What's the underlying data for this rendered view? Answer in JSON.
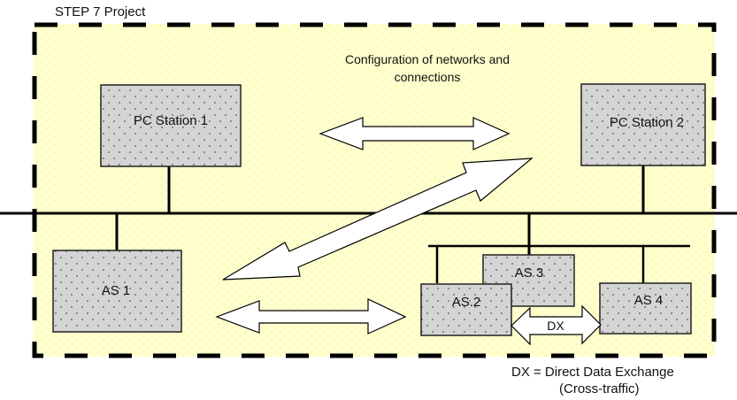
{
  "project": {
    "title": "STEP 7 Project",
    "caption_line1": "Configuration of networks and",
    "caption_line2": "connections"
  },
  "nodes": {
    "pc_station_1": "PC Station 1",
    "pc_station_2": "PC Station 2",
    "as1": "AS 1",
    "as2": "AS.2",
    "as3": "AS 3",
    "as4": "AS 4"
  },
  "dx_label": "DX",
  "legend": {
    "line1": "DX = Direct Data Exchange",
    "line2": "(Cross-traffic)"
  },
  "colors": {
    "project_area": "#ffffcc",
    "station_fill": "#d4d4d4",
    "line": "#000000",
    "arrow_fill": "#ffffff"
  }
}
